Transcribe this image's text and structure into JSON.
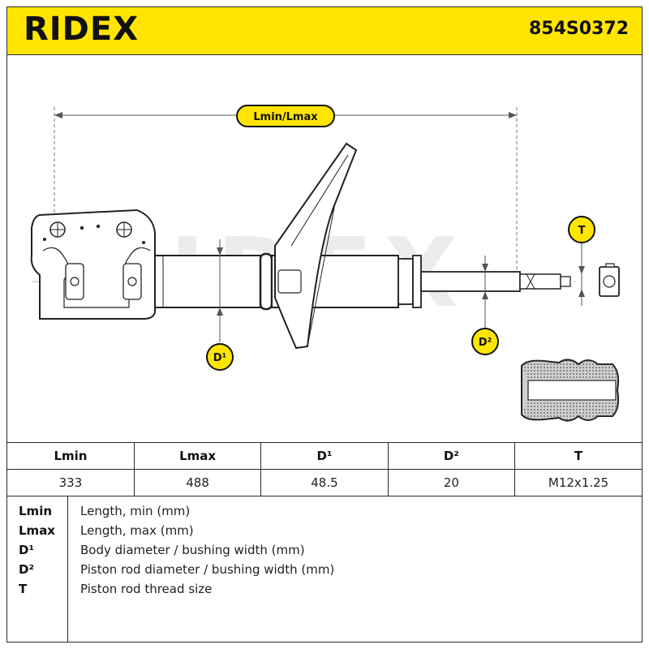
{
  "header": {
    "brand": "RIDEX",
    "part_number": "854S0372"
  },
  "colors": {
    "header_background": "#FFE500",
    "badge_fill": "#FFE500",
    "badge_border": "#111111",
    "line": "#222222",
    "watermark": "#e8e8e8"
  },
  "drawing": {
    "length_label": "Lmin/Lmax",
    "d1_label": "D¹",
    "d2_label": "D²",
    "t_label": "T",
    "watermark": "RIDEX"
  },
  "spec_table": {
    "headers": [
      "Lmin",
      "Lmax",
      "D¹",
      "D²",
      "T"
    ],
    "values": [
      "333",
      "488",
      "48.5",
      "20",
      "M12x1.25"
    ]
  },
  "legend": [
    {
      "key": "Lmin",
      "description": "Length, min (mm)"
    },
    {
      "key": "Lmax",
      "description": "Length, max (mm)"
    },
    {
      "key": "D¹",
      "description": "Body diameter / bushing width (mm)"
    },
    {
      "key": "D²",
      "description": "Piston rod diameter / bushing width (mm)"
    },
    {
      "key": "T",
      "description": "Piston rod thread size"
    }
  ]
}
